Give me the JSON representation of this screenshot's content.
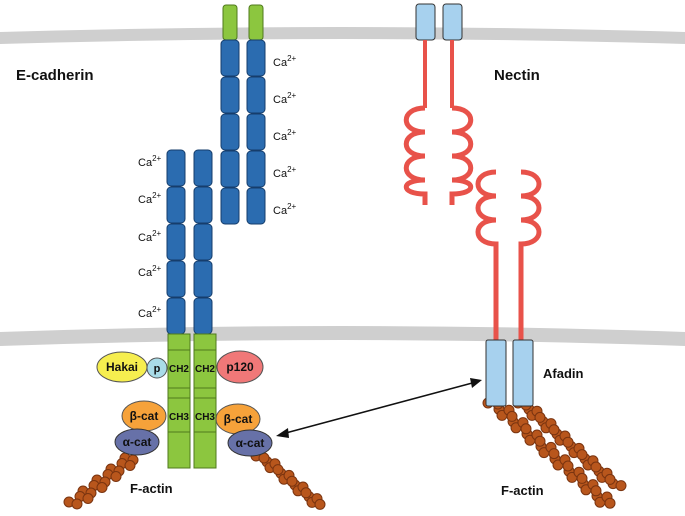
{
  "labels": {
    "ecadherin": "E-cadherin",
    "nectin": "Nectin",
    "afadin": "Afadin",
    "factin_left": "F-actin",
    "factin_right": "F-actin",
    "hakai": "Hakai",
    "p": "p",
    "p120": "p120",
    "ch2": "CH2",
    "ch3": "CH3",
    "beta_cat": "β-cat",
    "alpha_cat": "α-cat",
    "ca_base": "Ca",
    "ca_sup": "2+"
  },
  "colors": {
    "membrane": "#c9c9c9",
    "cadherin_domain": "#2b6cb0",
    "cadherin_border": "#163d6b",
    "green": "#8cc63f",
    "green_border": "#4f7a1c",
    "nectin_line": "#e8524a",
    "nectin_box": "#a7d1ee",
    "hakai": "#f6ee4f",
    "p": "#a9dce8",
    "p120": "#f07878",
    "beta_cat": "#f6a23a",
    "alpha_cat": "#6771a8",
    "actin": "#b8561c",
    "actin_dark": "#7a3410"
  }
}
